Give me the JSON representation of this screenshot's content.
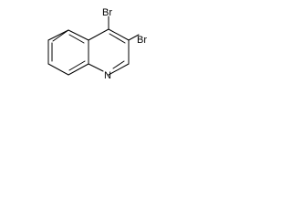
{
  "molecule": {
    "atoms": [
      {
        "id": "br-top",
        "label": "Br"
      },
      {
        "id": "br-right",
        "label": "Br"
      },
      {
        "id": "n-ring",
        "label": "N"
      }
    ]
  },
  "colors": {
    "bond": "#000000",
    "label": "#000000",
    "background": "#ffffff"
  }
}
